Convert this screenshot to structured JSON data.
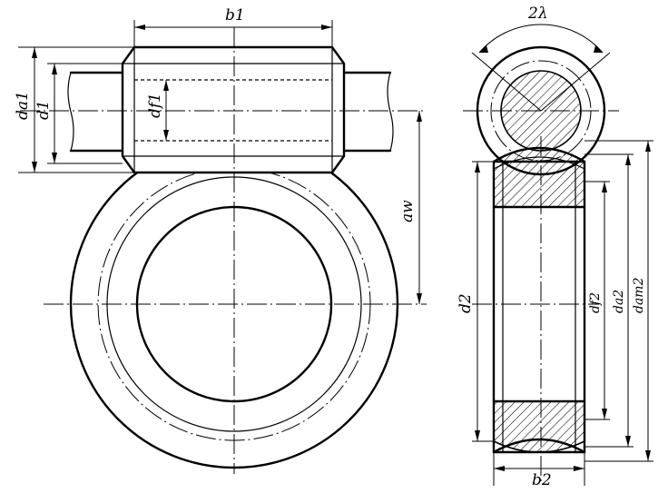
{
  "labels": {
    "b1": "b1",
    "da1": "da1",
    "d1": "d1",
    "df1": "df1",
    "aw": "aw",
    "two_lambda": "2λ",
    "d2": "d2",
    "df2": "df2",
    "da2": "da2",
    "dam2": "dam2",
    "b2": "b2"
  }
}
